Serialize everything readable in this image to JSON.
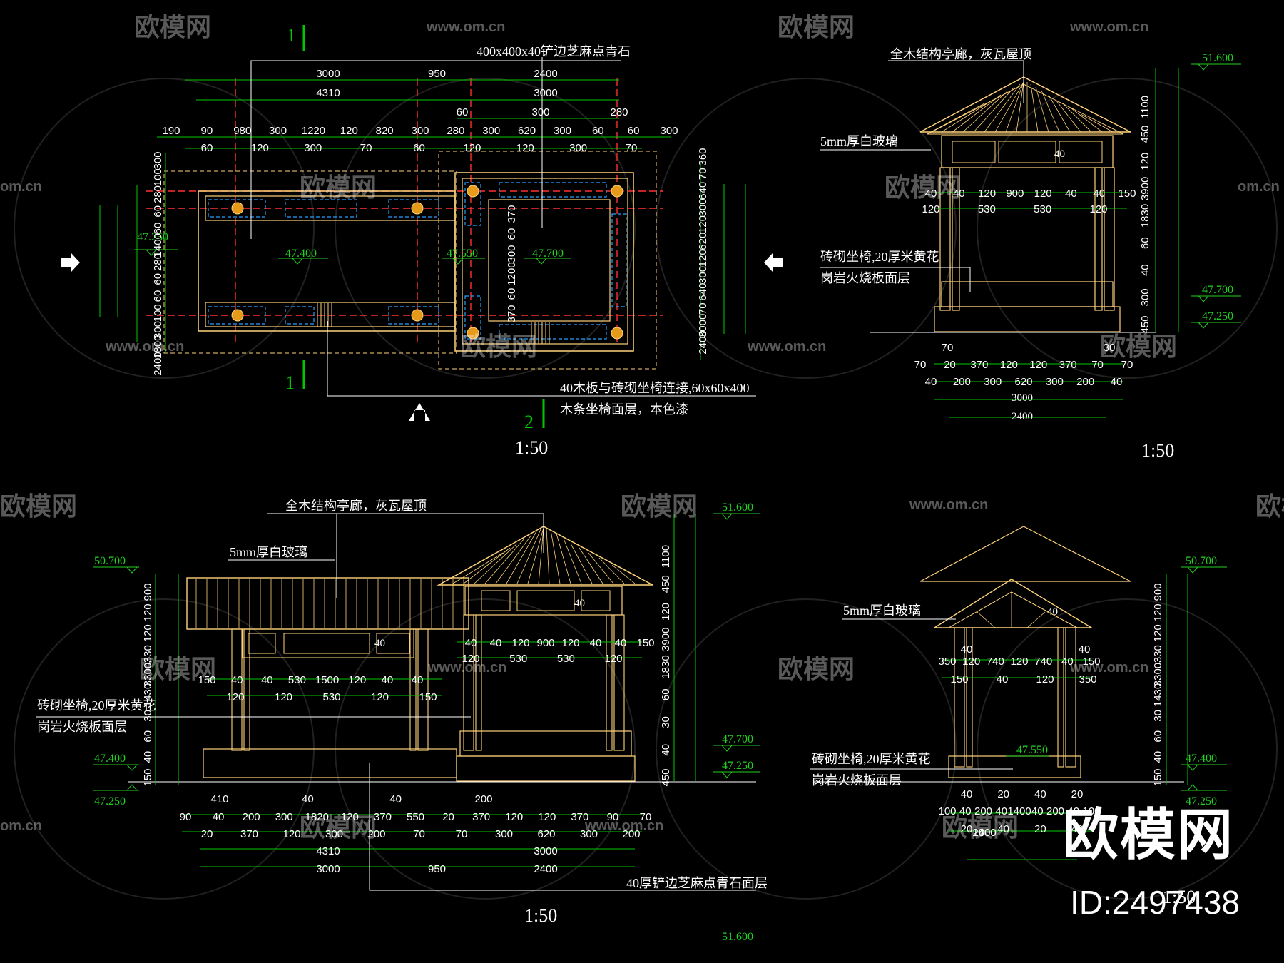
{
  "colors": {
    "background": "#000000",
    "dim": "#00c800",
    "text": "#ffffff",
    "structure": "#ffd27a",
    "elev": "#22d022",
    "axis": "#ff3030",
    "column": "#e69a1a",
    "seat": "#28a0ff"
  },
  "watermark": {
    "brand": "欧模网",
    "url": "www.om.cn",
    "url_short": "om.cn",
    "id_text": "ID:2497438"
  },
  "plan": {
    "scale": "1:50",
    "section_mark_1": "1",
    "section_mark_2": "2",
    "callout_top": "400x400x40铲边芝麻点青石",
    "callout_bottom_1": "40木板与砖砌坐椅连接,60x60x400",
    "callout_bottom_2": "木条坐椅面层，本色漆",
    "elev_a": "47.250",
    "elev_b": "47.400",
    "elev_c": "47.550",
    "elev_d": "47.700",
    "top_dims_1": [
      "3000",
      "950",
      "2400"
    ],
    "top_dims_2": [
      "4310",
      "3000"
    ],
    "top_dims_3": [
      "60",
      "300",
      "280"
    ],
    "top_dims_4": [
      "190",
      "90",
      "980",
      "300",
      "1220",
      "120",
      "820",
      "300",
      "280",
      "300",
      "620",
      "300",
      "60",
      "60",
      "300"
    ],
    "top_dims_5": [
      "60",
      "120",
      "300",
      "70",
      "60",
      "120",
      "120",
      "300",
      "70"
    ],
    "left_dims": [
      "300",
      "100",
      "280",
      "60",
      "60",
      "1400",
      "280",
      "60",
      "60",
      "100",
      "300",
      "1800",
      "2400"
    ],
    "right_dims": [
      "360",
      "70",
      "640",
      "300",
      "120",
      "620",
      "120",
      "300",
      "640",
      "70",
      "3000",
      "2400"
    ],
    "inner_dims": [
      "370",
      "60",
      "300",
      "1200",
      "60",
      "370"
    ]
  },
  "side_elev": {
    "scale": "1:50",
    "title": "全木结构亭廊，灰瓦屋顶",
    "glass": "5mm厚白玻璃",
    "bench_1": "砖砌坐椅,20厚米黄花",
    "bench_2": "岗岩火烧板面层",
    "elev_top": "51.600",
    "elev_mid": "47.700",
    "elev_low": "47.250",
    "right_dims": [
      "1100",
      "450",
      "120",
      "3900",
      "1830",
      "60",
      "40",
      "300",
      "450"
    ],
    "mid_dims_1": [
      "40",
      "40",
      "120",
      "900",
      "120",
      "40",
      "40",
      "150"
    ],
    "mid_dims_2": [
      "120",
      "530",
      "530",
      "120"
    ],
    "bottom_dims_1": [
      "70",
      "30"
    ],
    "bottom_dims_2": [
      "70",
      "20",
      "370",
      "120",
      "120",
      "370",
      "70",
      "70"
    ],
    "bottom_dims_3": [
      "40",
      "200",
      "300",
      "620",
      "300",
      "200",
      "40"
    ],
    "bottom_total_1": "3000",
    "bottom_total_2": "2400",
    "glass_gap": "40"
  },
  "front_elev": {
    "scale": "1:50",
    "title": "全木结构亭廊，灰瓦屋顶",
    "glass": "5mm厚白玻璃",
    "bench_1": "砖砌坐椅,20厚米黄花",
    "bench_2": "岗岩火烧板面层",
    "floor_note": "40厚铲边芝麻点青石面层",
    "elev_51600": "51.600",
    "elev_50700": "50.700",
    "elev_47700": "47.700",
    "elev_47400": "47.400",
    "elev_47250": "47.250",
    "elev_47250b": "47.250",
    "left_dims": [
      "900",
      "120",
      "120",
      "330",
      "3300",
      "1430",
      "30",
      "60",
      "40",
      "150"
    ],
    "right_dims": [
      "1100",
      "450",
      "120",
      "3900",
      "1830",
      "60",
      "30",
      "40",
      "450"
    ],
    "mid_dims_1": [
      "150",
      "40",
      "40",
      "530",
      "1500",
      "120",
      "40",
      "40"
    ],
    "mid_dims_2": [
      "120",
      "120",
      "530",
      "120",
      "150"
    ],
    "pav_dims_1": [
      "40",
      "40",
      "120",
      "900",
      "120",
      "40",
      "40",
      "150"
    ],
    "pav_dims_2": [
      "120",
      "530",
      "530",
      "120"
    ],
    "bottom_dims_1": [
      "410",
      "40",
      "40",
      "200"
    ],
    "bottom_dims_2": [
      "90",
      "40",
      "200",
      "300",
      "1820",
      "120",
      "370",
      "550",
      "20",
      "370",
      "120",
      "120",
      "370",
      "90",
      "70"
    ],
    "bottom_dims_3": [
      "20",
      "370",
      "120",
      "300",
      "200",
      "70",
      "70",
      "300",
      "620",
      "300",
      "200"
    ],
    "bottom_totals_1": [
      "4310",
      "3000"
    ],
    "bottom_totals_2": [
      "3000",
      "950",
      "2400"
    ],
    "glass_gap": "40",
    "bottom_cut": "51.600"
  },
  "section": {
    "scale": "1:50",
    "glass": "5mm厚白玻璃",
    "bench_1": "砖砌坐椅,20厚米黄花",
    "bench_2": "岗岩火烧板面层",
    "elev_50700": "50.700",
    "elev_47550": "47.550",
    "elev_47400": "47.400",
    "elev_47250": "47.250",
    "right_dims": [
      "900",
      "120",
      "120",
      "330",
      "3300",
      "1430",
      "30",
      "60",
      "40",
      "150"
    ],
    "mid_dims_1": [
      "40",
      "40"
    ],
    "mid_dims_2": [
      "350",
      "120",
      "740",
      "120",
      "740",
      "40",
      "150"
    ],
    "mid_dims_3": [
      "150",
      "40",
      "120",
      "350"
    ],
    "bottom_dims_1": [
      "40",
      "20",
      "40",
      "20"
    ],
    "bottom_dims_2": [
      "100",
      "40",
      "200",
      "40",
      "1400",
      "40",
      "200",
      "40",
      "100"
    ],
    "bottom_dims_3": [
      "20",
      "40",
      "20",
      "40"
    ],
    "bottom_totals": [
      "2400",
      "1800"
    ],
    "glass_gap": "40"
  }
}
